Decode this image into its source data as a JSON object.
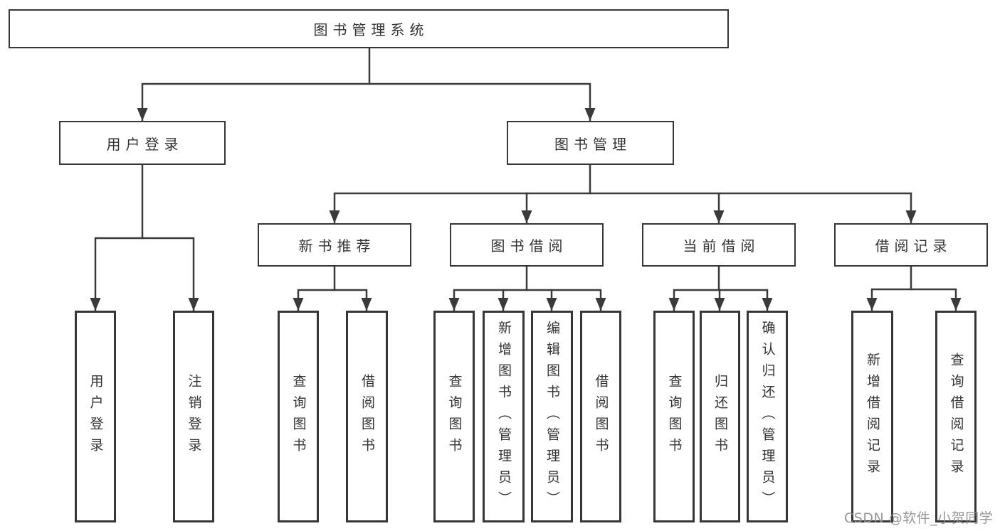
{
  "diagram": {
    "type": "org-tree",
    "root": {
      "label": "图书管理系统"
    },
    "children": [
      {
        "label": "用户登录",
        "children": [
          {
            "label": "用户登录"
          },
          {
            "label": "注销登录"
          }
        ]
      },
      {
        "label": "图书管理",
        "children": [
          {
            "label": "新书推荐",
            "children": [
              {
                "label": "查询图书"
              },
              {
                "label": "借阅图书"
              }
            ]
          },
          {
            "label": "图书借阅",
            "children": [
              {
                "label": "查询图书"
              },
              {
                "label": "新增图书（管理员）"
              },
              {
                "label": "编辑图书（管理员）"
              },
              {
                "label": "借阅图书"
              }
            ]
          },
          {
            "label": "当前借阅",
            "children": [
              {
                "label": "查询图书"
              },
              {
                "label": "归还图书"
              },
              {
                "label": "确认归还（管理员）"
              }
            ]
          },
          {
            "label": "借阅记录",
            "children": [
              {
                "label": "新增借阅记录"
              },
              {
                "label": "查询借阅记录"
              }
            ]
          }
        ]
      }
    ]
  },
  "watermark": {
    "text": "CSDN @软件_小贺同学",
    "color": "#8e8e8e"
  },
  "colors": {
    "background": "#ffffff",
    "line": "#3a3a3a",
    "box_border": "#363636",
    "text": "#333333"
  }
}
